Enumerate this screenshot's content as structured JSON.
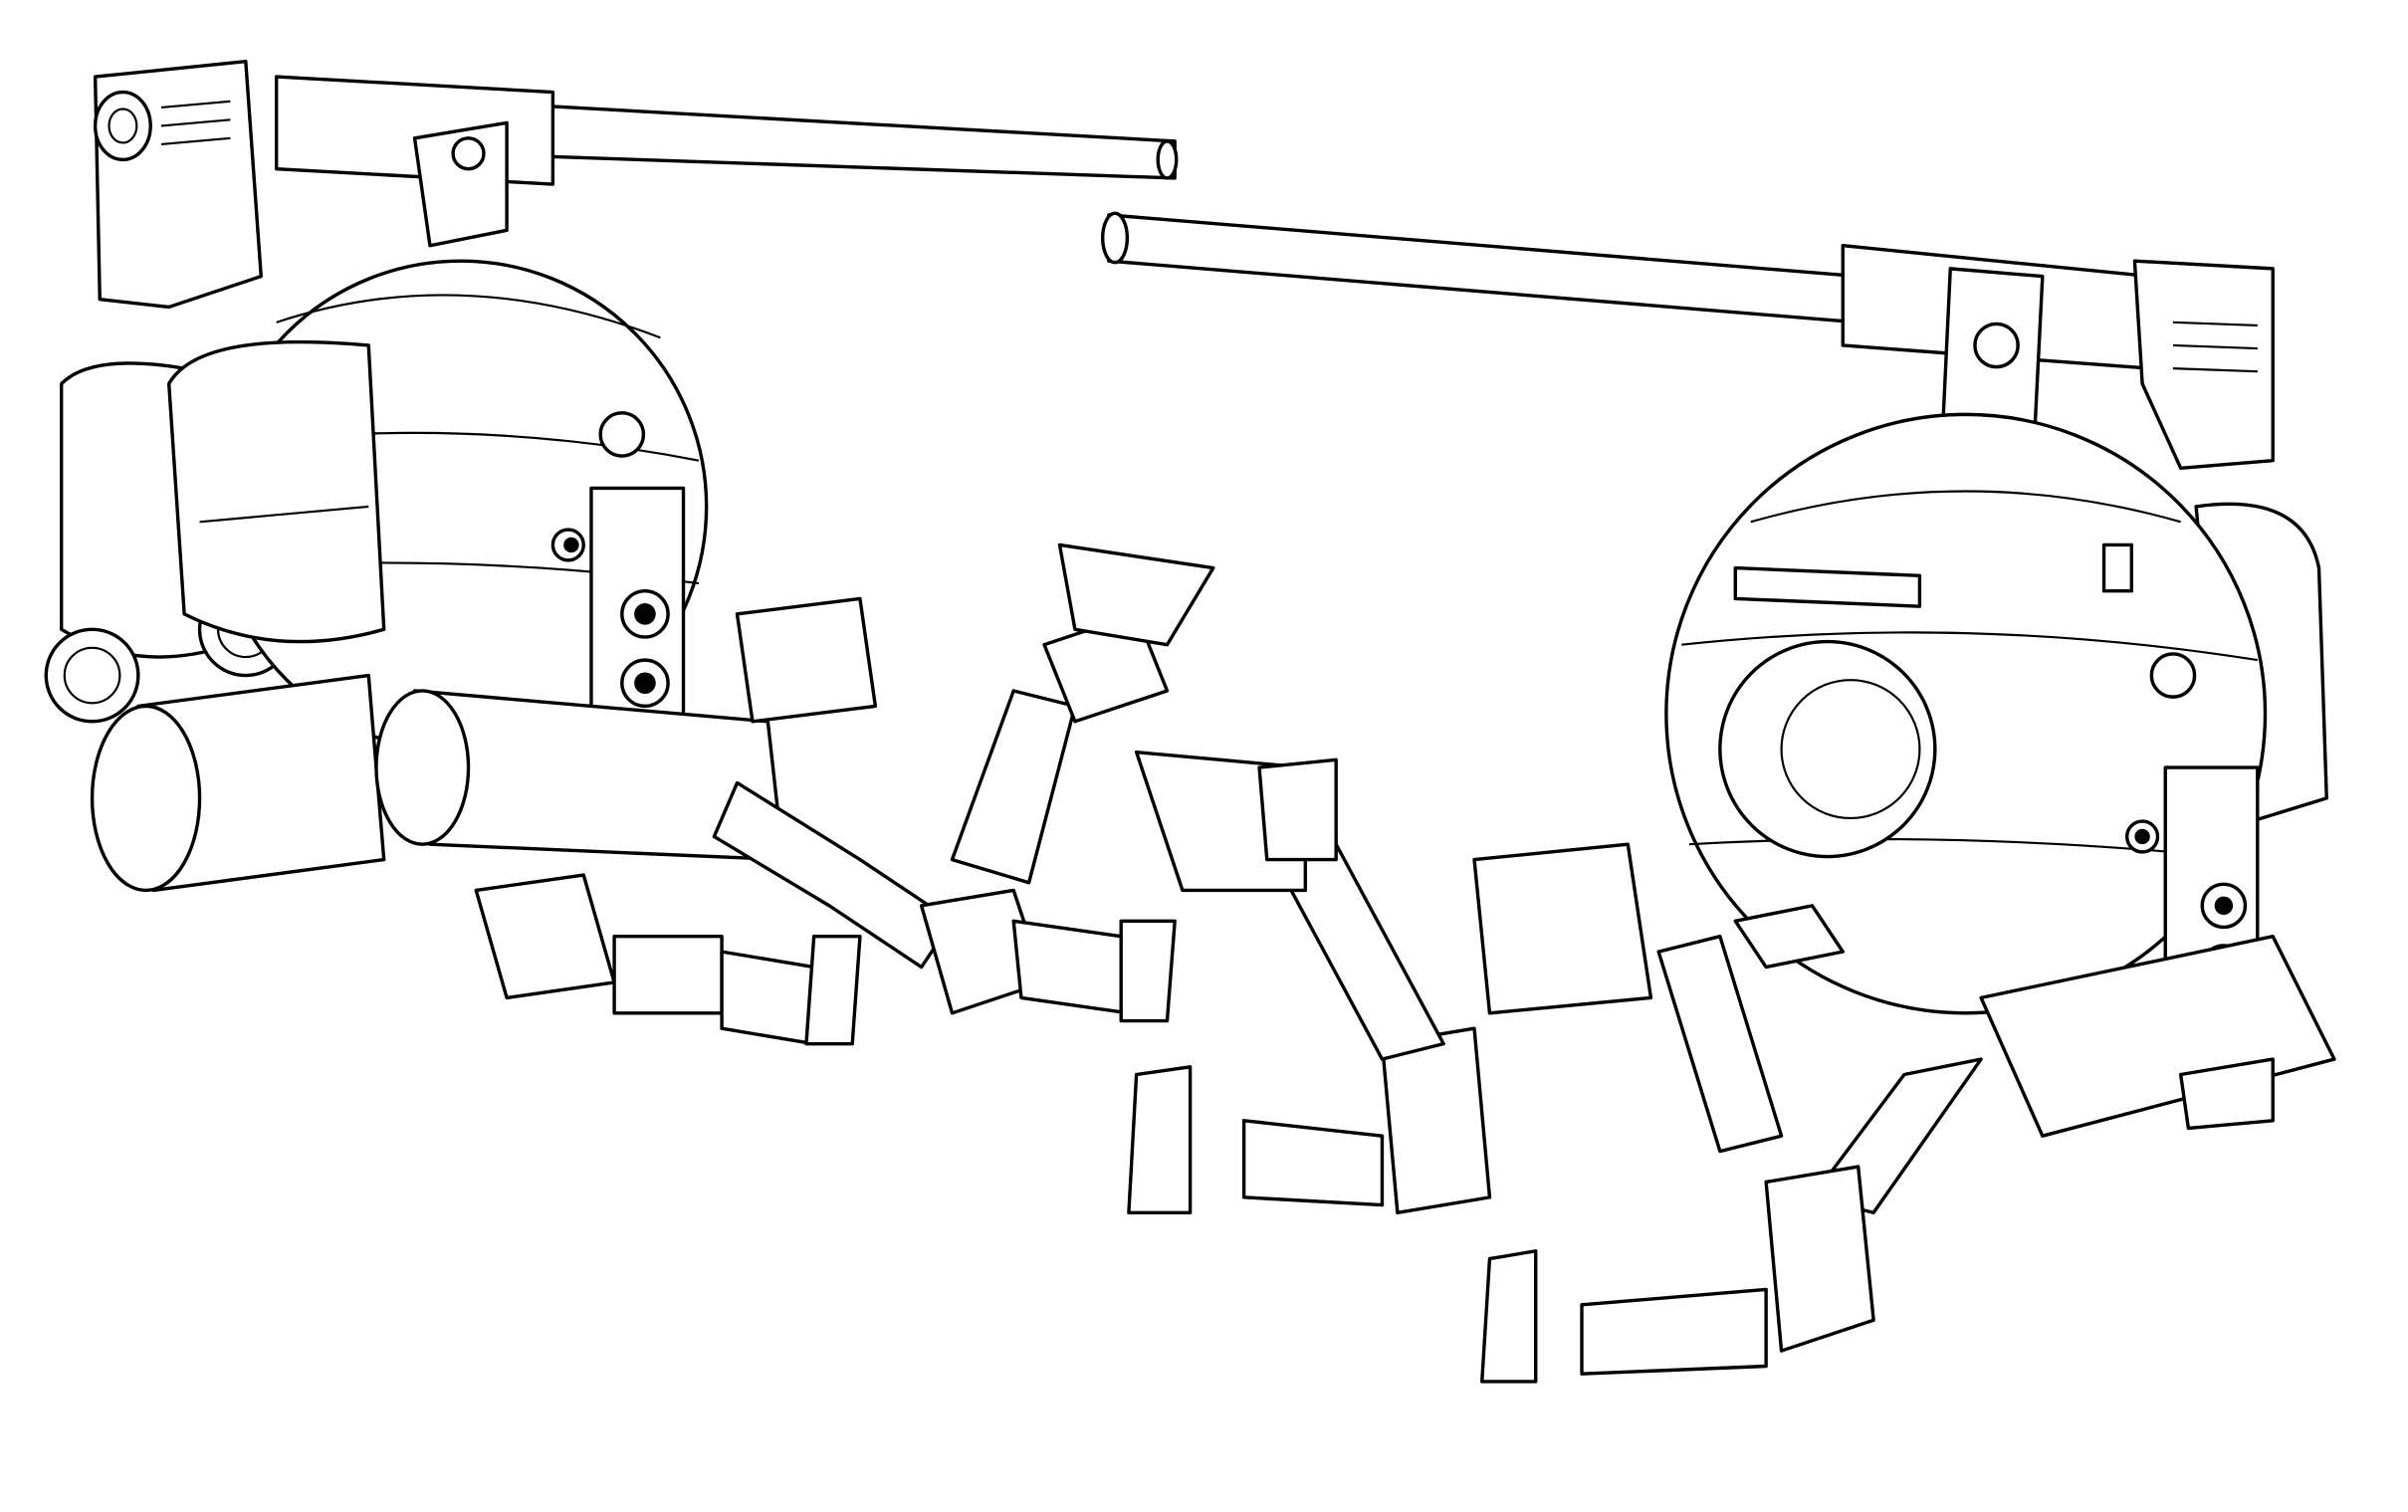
{
  "illustration": {
    "style": "black line art on white",
    "colors": {
      "line": "#000000",
      "background": "#ffffff"
    },
    "figures": [
      {
        "name": "left-ball-pod",
        "facing": "right"
      },
      {
        "name": "right-ball-pod",
        "facing": "left"
      }
    ]
  }
}
